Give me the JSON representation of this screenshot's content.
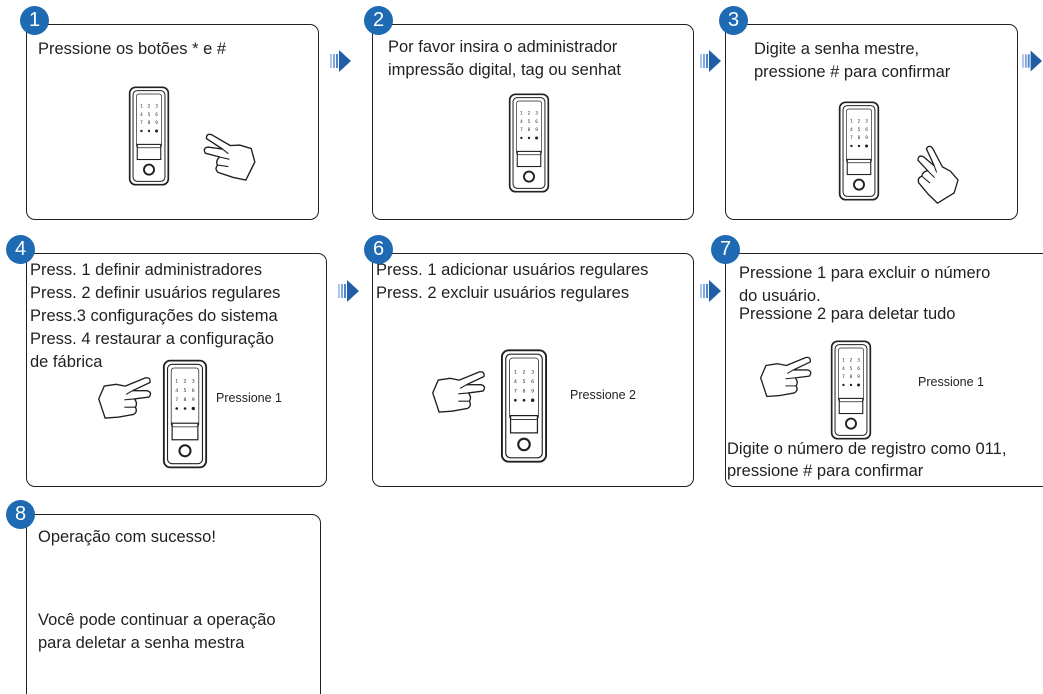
{
  "colors": {
    "badge": "#1f6bb3",
    "arrow_dark": "#1f5da6",
    "arrow_light": "#a9c6ec",
    "line": "#231f20"
  },
  "icons": {
    "device": "door-lock-keypad-icon",
    "hand": "pointing-hand-icon",
    "arrow": "next-step-arrow-icon"
  },
  "steps": [
    {
      "number": "1",
      "lines": [
        "Pressione os botões * e #"
      ]
    },
    {
      "number": "2",
      "lines": [
        "Por favor insira o administrador",
        "impressão digital, tag ou senhat"
      ]
    },
    {
      "number": "3",
      "lines": [
        "Digite a senha mestre,",
        "pressione # para confirmar"
      ]
    },
    {
      "number": "4",
      "lines": [
        "Press. 1  definir administradores",
        "Press. 2  definir usuários regulares",
        "Press.3  configurações do sistema",
        "Press. 4  restaurar a configuração",
        "de fábrica"
      ],
      "caption": "Pressione 1"
    },
    {
      "number": "6",
      "lines": [
        "Press. 1  adicionar usuários regulares",
        "Press. 2  excluir usuários regulares"
      ],
      "caption": "Pressione 2"
    },
    {
      "number": "7",
      "lines": [
        "Pressione 1 para excluir o número",
        "do usuário.",
        "Pressione 2 para deletar tudo"
      ],
      "caption": "Pressione 1",
      "footer": [
        "Digite o número de registro como 011,",
        "pressione # para confirmar"
      ]
    },
    {
      "number": "8",
      "lines": [
        "Operação com sucesso!"
      ],
      "footer": [
        "Você pode continuar a operação",
        "para deletar a senha mestra"
      ]
    }
  ]
}
